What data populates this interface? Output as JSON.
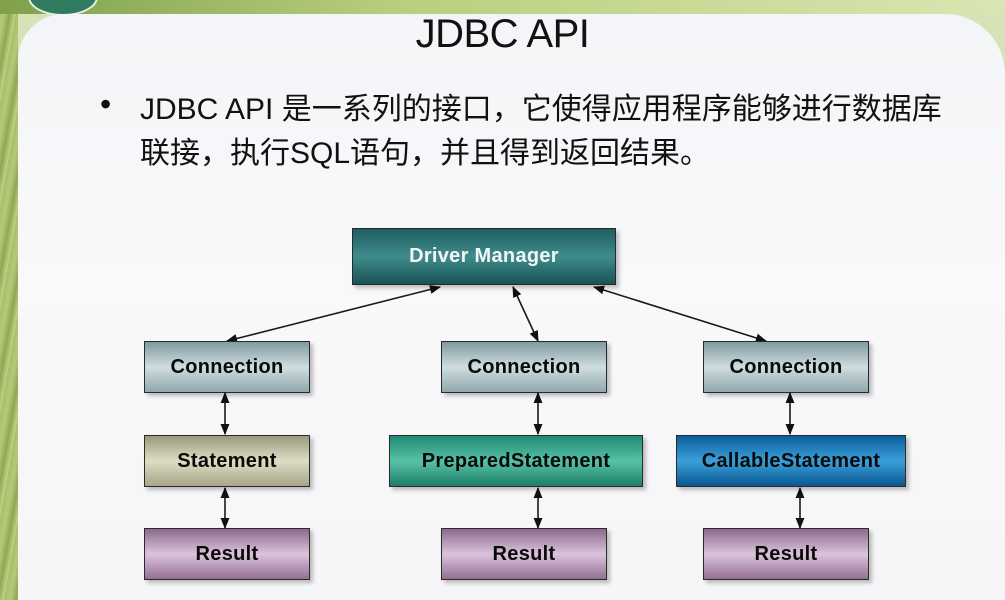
{
  "slide": {
    "title": "JDBC API",
    "bullet": "•",
    "body_text": "JDBC API 是一系列的接口，它使得应用程序能够进行数据库联接，执行SQL语句，并且得到返回结果。"
  },
  "diagram": {
    "manager_label": "Driver Manager",
    "columns": [
      {
        "connection": "Connection",
        "statement": "Statement",
        "result": "Result"
      },
      {
        "connection": "Connection",
        "statement": "PreparedStatement",
        "result": "Result"
      },
      {
        "connection": "Connection",
        "statement": "CallableStatement",
        "result": "Result"
      }
    ]
  }
}
